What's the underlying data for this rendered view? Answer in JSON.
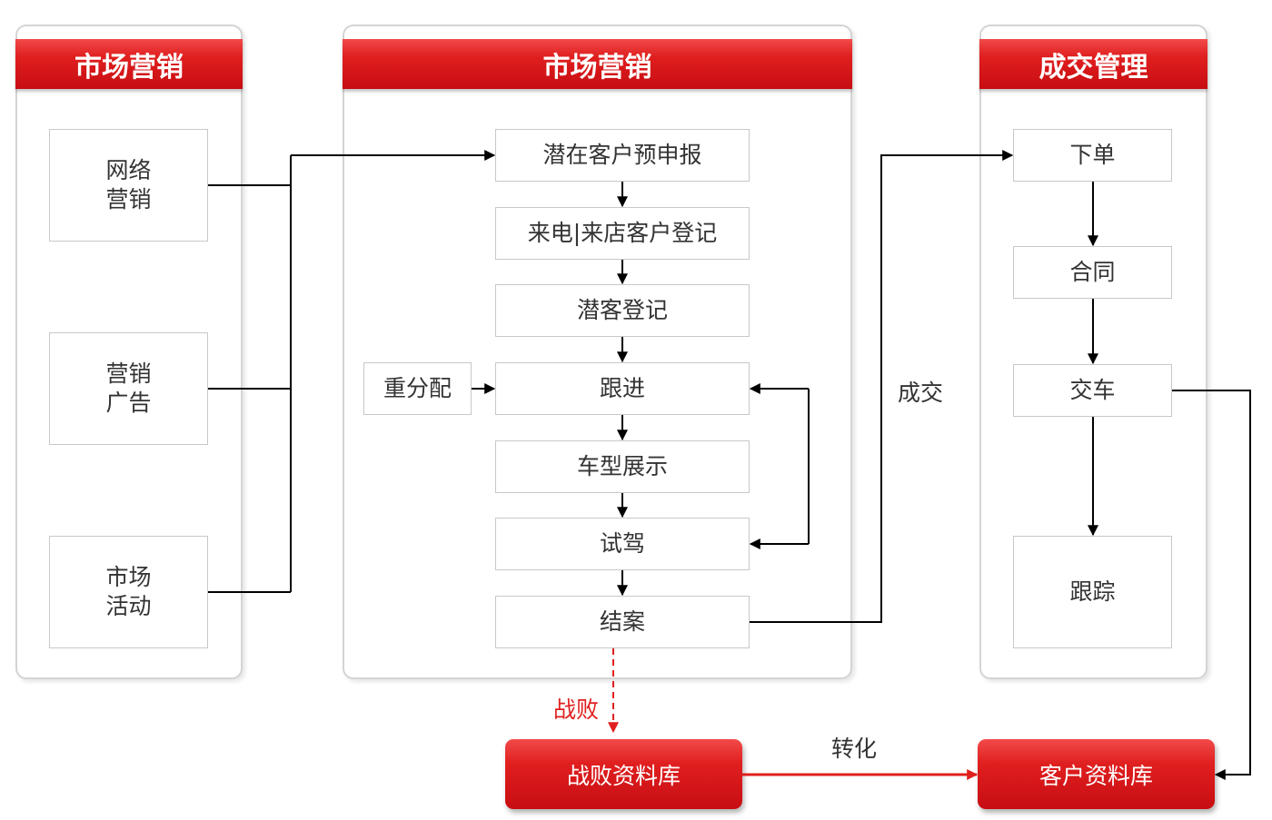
{
  "panels": {
    "left": {
      "title": "市场营销"
    },
    "middle": {
      "title": "市场营销"
    },
    "right": {
      "title": "成交管理"
    }
  },
  "left_nodes": {
    "online": [
      "网络",
      "营销"
    ],
    "ads": [
      "营销",
      "广告"
    ],
    "events": [
      "市场",
      "活动"
    ]
  },
  "middle_nodes": {
    "pre_report": "潜在客户预申报",
    "visit_register": "来电|来店客户登记",
    "prospect_register": "潜客登记",
    "follow_up": "跟进",
    "showcase": "车型展示",
    "test_drive": "试驾",
    "close_case": "结案",
    "reassign": "重分配"
  },
  "right_nodes": {
    "order": "下单",
    "contract": "合同",
    "delivery": "交车",
    "tracking": "跟踪"
  },
  "databases": {
    "lost": "战败资料库",
    "customer": "客户资料库"
  },
  "edge_labels": {
    "deal": "成交",
    "lost": "战败",
    "convert": "转化"
  },
  "colors": {
    "accent": "#e01f1f",
    "line": "#000000",
    "border": "#c8c8c8"
  }
}
